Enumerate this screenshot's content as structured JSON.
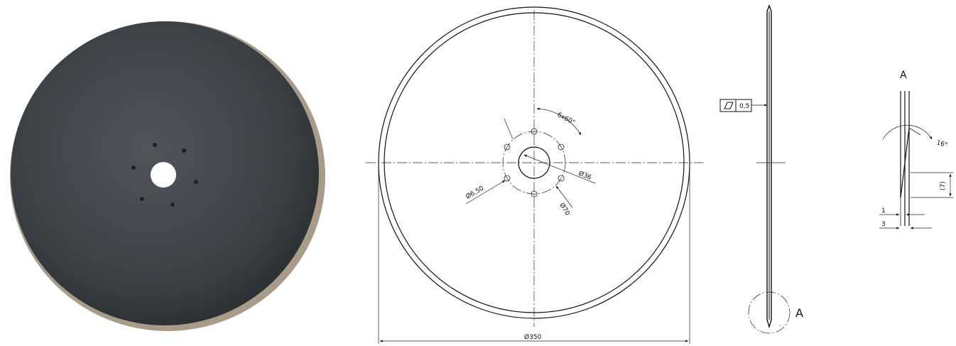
{
  "photo": {
    "colors": {
      "disc_center": "#4f555a",
      "disc_edge": "#2b2f33",
      "rim": "#a99b8a",
      "hole": "#ffffff"
    },
    "bolt_holes": 6
  },
  "front_view": {
    "hole_pattern": "6x60°",
    "center_hole_dia": "Ø36",
    "bolt_hole_dia": "Ø6,50",
    "bolt_circle_dia": "Ø70",
    "outer_dia": "Ø350"
  },
  "side_view": {
    "flatness_value": "0,5",
    "flatness_symbol": "parallelogram-icon",
    "detail_marker": "A"
  },
  "detail_a": {
    "title": "A",
    "angle": "16°",
    "length": "(7)",
    "dim_1": "1",
    "dim_3": "3"
  }
}
